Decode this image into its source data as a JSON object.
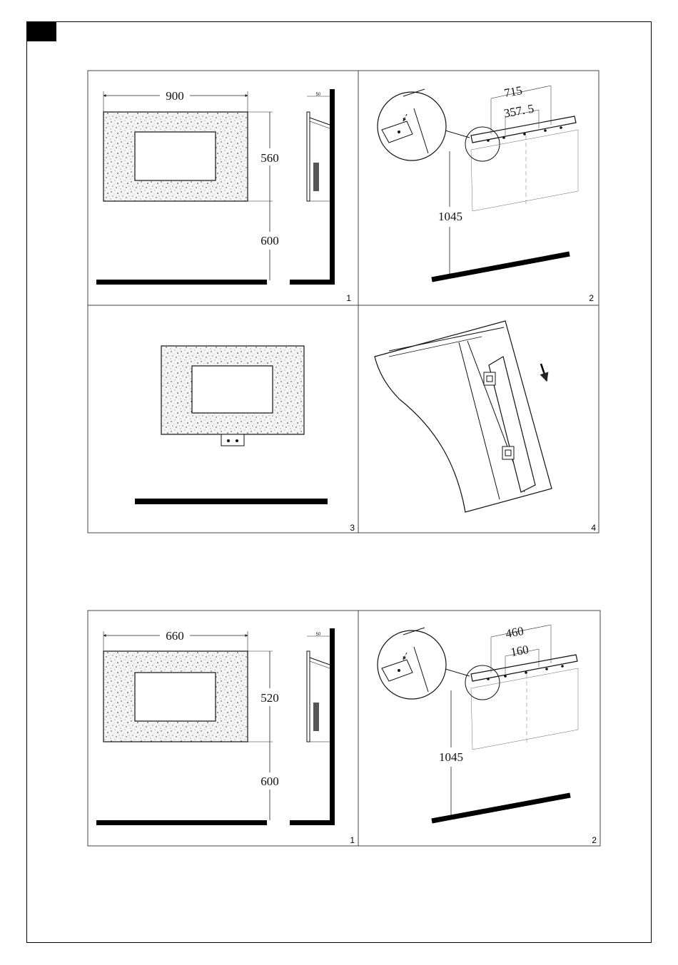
{
  "top_figure": {
    "panel1": {
      "width_dim": "900",
      "height_dim": "560",
      "floor_dim": "600",
      "side_dim": "50",
      "panel_number": "1"
    },
    "panel2": {
      "span_outer": "715",
      "span_inner": "357. 5",
      "height_dim": "1045",
      "panel_number": "2"
    },
    "panel3": {
      "panel_number": "3"
    },
    "panel4": {
      "panel_number": "4"
    }
  },
  "bottom_figure": {
    "panel1": {
      "width_dim": "660",
      "height_dim": "520",
      "floor_dim": "600",
      "side_dim": "50",
      "panel_number": "1"
    },
    "panel2": {
      "span_outer": "460",
      "span_inner": "160",
      "height_dim": "1045",
      "panel_number": "2"
    }
  }
}
